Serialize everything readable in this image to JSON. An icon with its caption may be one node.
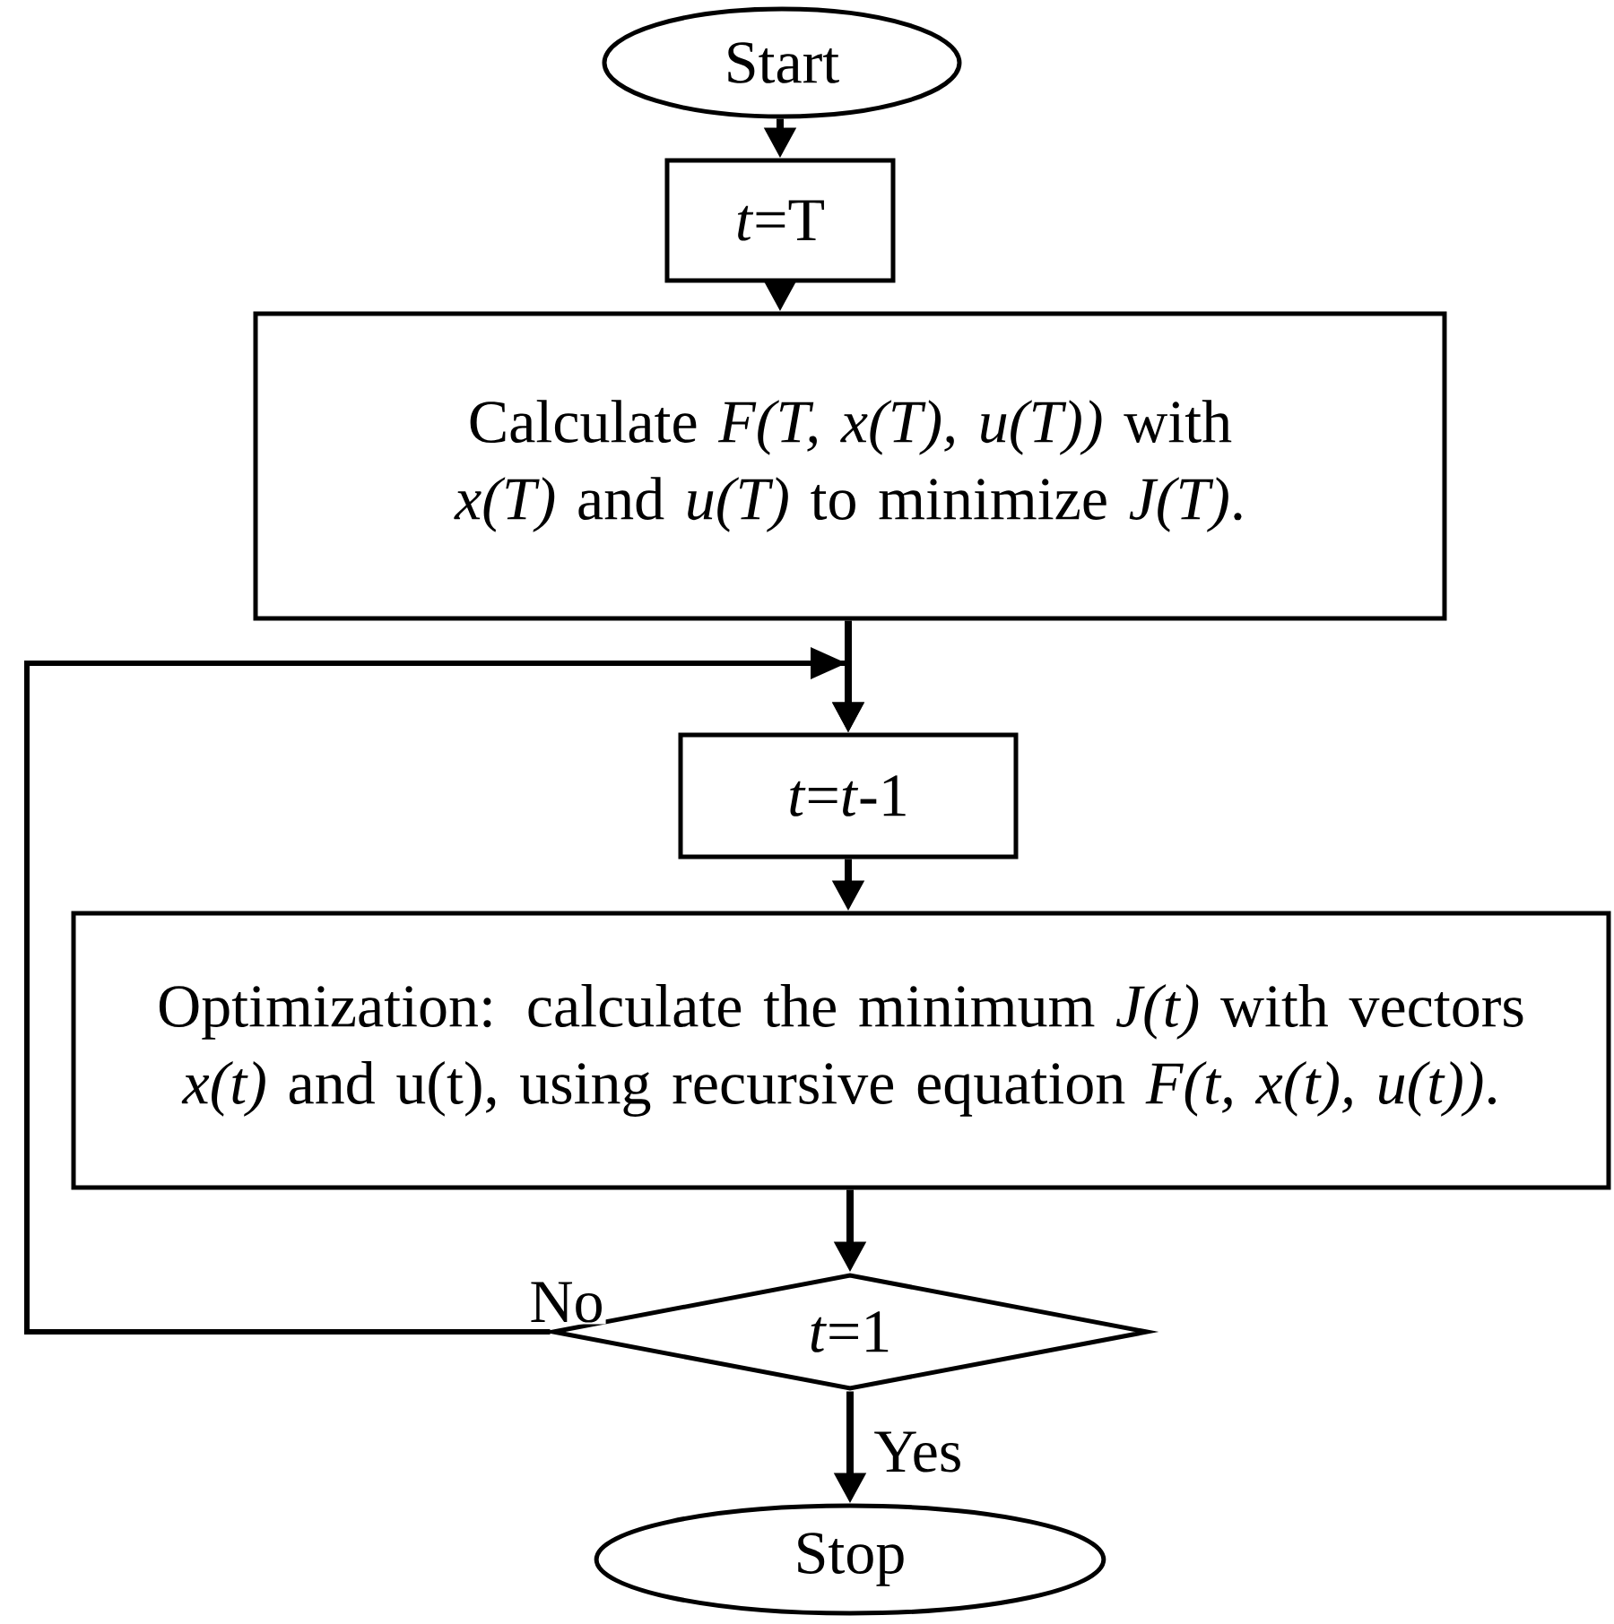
{
  "diagram": {
    "nodes": [
      {
        "text": [
          "Start"
        ]
      },
      {
        "text": [
          "*t*=T"
        ]
      },
      {
        "text": [
          "Calculate *F(T, x(T), u(T))* with *x(T)* and *u(T)* to minimize *J(T)*."
        ]
      },
      {
        "text": [
          "*t*=*t*-1"
        ]
      },
      {
        "text": [
          "Optimization: calculate the minimum *J(t)* with vectors *x(t)* and u(t), using recursive equation *F(t, x(t), u(t))*."
        ]
      },
      {
        "text": [
          "*t*=1"
        ]
      },
      {
        "text": [
          "Stop"
        ]
      }
    ],
    "edges": [
      {
        "from": 0,
        "to": 1,
        "arrow": "to"
      },
      {
        "from": 1,
        "to": 2,
        "arrow": "to"
      },
      {
        "from": 2,
        "to": 3,
        "arrow": "to"
      },
      {
        "from": 3,
        "to": 4,
        "arrow": "to"
      },
      {
        "from": 4,
        "to": 5,
        "arrow": "to"
      },
      {
        "from": 5,
        "to": 3,
        "arrow": "to",
        "label": "No"
      },
      {
        "from": 5,
        "to": 6,
        "arrow": "to",
        "label": "Yes"
      }
    ]
  }
}
